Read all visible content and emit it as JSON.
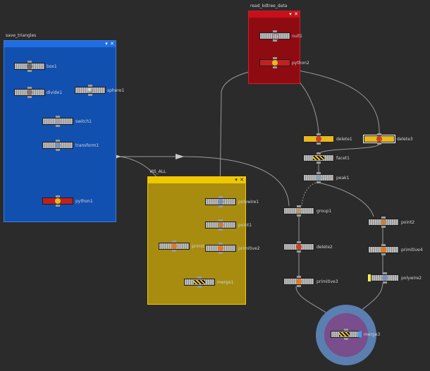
{
  "colors": {
    "background": "#2b2b2b",
    "wire": "#9a9a9a",
    "box_blue": "#1250b0",
    "box_blue_head": "#1f6de0",
    "box_red": "#8f0b12",
    "box_red_head": "#c8101a",
    "box_yellow": "#a88c10",
    "box_yellow_head": "#f0c800",
    "node_yellow": "#e8b820",
    "node_red": "#c02020",
    "selection": "#ffffff",
    "merge_circle": "#5a7fb0",
    "merge_inner": "#7a4d8c"
  },
  "icons": {
    "pin": "pin-icon",
    "close": "close-icon",
    "arrow": "dot-arrow-icon"
  },
  "boxes": [
    {
      "id": "save_triangles",
      "title": "save_triangles",
      "fill": "#1250b0",
      "head": "#1f6de0"
    },
    {
      "id": "read_kdtree_data",
      "title": "read_kdtree_data",
      "fill": "#8f0b12",
      "head": "#c8101a"
    },
    {
      "id": "vis_all",
      "title": "VIS_ALL",
      "fill": "#a88c10",
      "head": "#f0c800"
    }
  ],
  "nodes": {
    "box1": {
      "label": "box1"
    },
    "divide1": {
      "label": "divide1"
    },
    "sphere1": {
      "label": "sphere1"
    },
    "switch1": {
      "label": "switch1"
    },
    "transform1": {
      "label": "transform1"
    },
    "python1": {
      "label": "python1"
    },
    "null1": {
      "label": "null1"
    },
    "python2": {
      "label": "python2"
    },
    "delete1": {
      "label": "delete1"
    },
    "delete3": {
      "label": "delete3"
    },
    "facet1": {
      "label": "facet1"
    },
    "peak1": {
      "label": "peak1"
    },
    "group1": {
      "label": "group1"
    },
    "delete2": {
      "label": "delete2"
    },
    "primitive3": {
      "label": "primitive3"
    },
    "point2": {
      "label": "point2"
    },
    "primitive4": {
      "label": "primitive4"
    },
    "polywire2": {
      "label": "polywire2"
    },
    "polywire1": {
      "label": "polywire1"
    },
    "point1": {
      "label": "point1"
    },
    "primitive2": {
      "label": "primitive2"
    },
    "primitive1": {
      "label": "primit"
    },
    "merge1": {
      "label": "merge1"
    },
    "merge3": {
      "label": "merge3"
    }
  }
}
